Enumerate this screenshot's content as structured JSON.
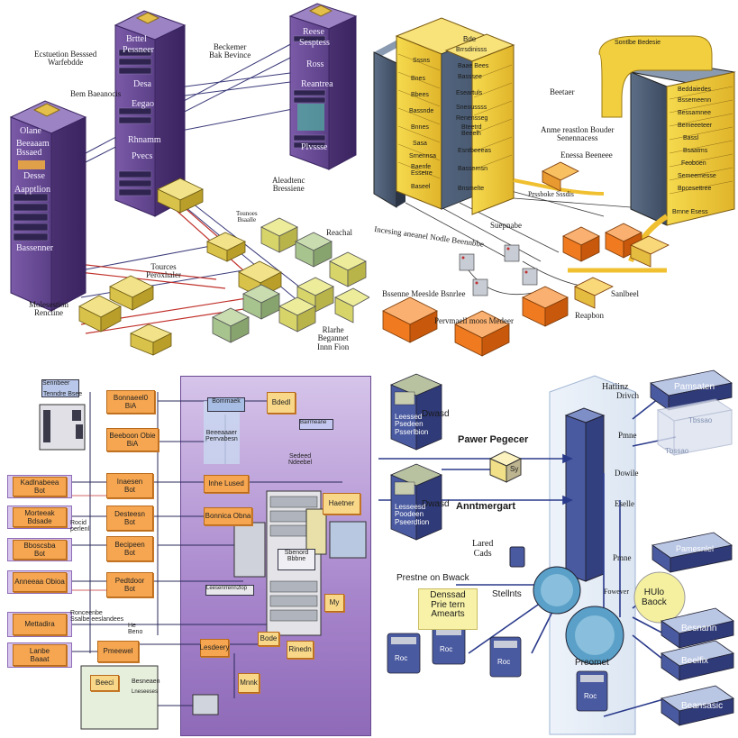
{
  "q1": {
    "tower_left": [
      "Olane",
      "Beeaaam",
      "Bssaed",
      "Desse",
      "Aapptlion",
      "Bassenner"
    ],
    "tower_mid": [
      "Brttel",
      "Pessneer",
      "Desa",
      "Eegao",
      "Rhnamm",
      "Pvecs"
    ],
    "tower_right": [
      "Reese",
      "Sesptess",
      "Ross",
      "Reantrea",
      "Plvssse"
    ],
    "labels": {
      "l1": "Ecstuetion Besssed\nWarfebdde",
      "l2": "Bem Baeanocis",
      "l3": "Beckemer\nBak Bevince",
      "l4": "Aleadtenc\nBressiene",
      "l5": "Tounoes\nBsaalle",
      "l6": "Reachal",
      "l7": "Tources\nPeroxhaler",
      "l8": "Molesestion\nRencline",
      "l9": "Rlarhe\nBegannet\nInnn Fion"
    }
  },
  "q2": {
    "rack_center": [
      "Bde",
      "Brrsdinisss",
      "Baae Bees",
      "Basssee",
      "Eseartuls",
      "Sneoussss",
      "Renensseg",
      "Bteetrd\nBeeelh",
      "Esntbeeeas",
      "Bassernsn",
      "Bnsmelte"
    ],
    "rack_center2": [
      "Sssns",
      "Bnes",
      "Bbees",
      "Bassnde",
      "Bnnes",
      "Sasa",
      "Srnennsa",
      "Baenfe\nEssetre",
      "Baseel"
    ],
    "rack_right": [
      "Beddaiedes",
      "Bssemeenn",
      "Bessamnee",
      "Bemeeeteer",
      "Bassl",
      "Bsaatms",
      "Feoboen",
      "Semeemesse",
      "Bpcesettree",
      "Brnne Esess"
    ],
    "labels": {
      "l1": "Sontlbe Bedesie",
      "l2": "Beetaer",
      "l3": "Anme reastlon Bouder\nSenennacess",
      "l4": "Enessa Beeneee",
      "l5": "Prssboke Sssdis",
      "l6": "Suepnabe",
      "l7": "Incesing aneanel Nodle Beennbbe",
      "l8": "Bssenne Meeslde Bsnrlee",
      "l9": "Pervmaell moos Medeer",
      "l10": "Reapbon",
      "l11": "Sanlbeel"
    }
  },
  "q3": {
    "top_labels": {
      "box": "Sennbeer",
      "sub": "Tenndre Bsee"
    },
    "left_col": [
      "Kadlnabeea\nBot",
      "Morteeak\nBdsade",
      "Bboscsba\nBot",
      "Anneeaa Obioa",
      "Mettadira",
      "Lanbe\nBaaat"
    ],
    "mid_col": [
      "Bonnaeel0\nBiA",
      "Beeboon Obie\nBiA",
      "Inaesen\nBot",
      "Desteesn\nBot",
      "Becipeen\nBot",
      "Pedtdoor\nBot",
      "Pmeewel"
    ],
    "right_col": [
      "Bommaek",
      "Bdedl",
      "Bairrneane",
      "Beeeaaaer\nPerrvabesn",
      "Sedeed\nNdeebel",
      "Inhe Lused",
      "Bonnica Obna",
      "Haetner",
      "Sbenord\nBbbne",
      "Leesenrrenn2lop",
      "My",
      "Lesdeery",
      "Bode",
      "Rinedn",
      "Mnnk"
    ],
    "misc": [
      "Rocid\nperlenl",
      "Ronceenbe\nSsalbe eeslandees",
      "He\nBeno",
      "Beeci",
      "Besneaen",
      "Lneseeses"
    ]
  },
  "q4": {
    "labels": {
      "hatimz": "Hatiinz",
      "drivch": "Drivch",
      "pamsaten": "Pamsaten",
      "power": "Pawer Pegecer",
      "anntmergart": "Anntmergart",
      "pmm": "Pmne",
      "dowile": "Dowile",
      "eseelle": "Eselle",
      "pmmne2": "Pmne",
      "fowever": "Fowever",
      "lared": "Lared\nCads",
      "prestne": "Prestne on Bwack",
      "stelints": "Stellnts",
      "densad": "Denssad\nPrie tern\nAmearts",
      "hulo": "HUlo\nBaock",
      "pamesnlel": "Pamesnlel",
      "basnann": "Besnann",
      "beelifix": "Beelfix",
      "beansasic": "Beansasic",
      "preomet": "Preomet",
      "roc1": "Roc",
      "roc2": "Roc",
      "roc3": "Roc",
      "roc4": "Roc",
      "dwasd1": "Dwasd",
      "dwasd2": "Dwasd",
      "leeessed": "Leessed\nPsedeen\nPsserlbion",
      "leeessed2": "Lesseesd\nPoodeen\nPseerdtion",
      "tbsssia": "Tbssao",
      "tsseeesse": "Tbssao",
      "cube_tag": "Sy"
    }
  }
}
